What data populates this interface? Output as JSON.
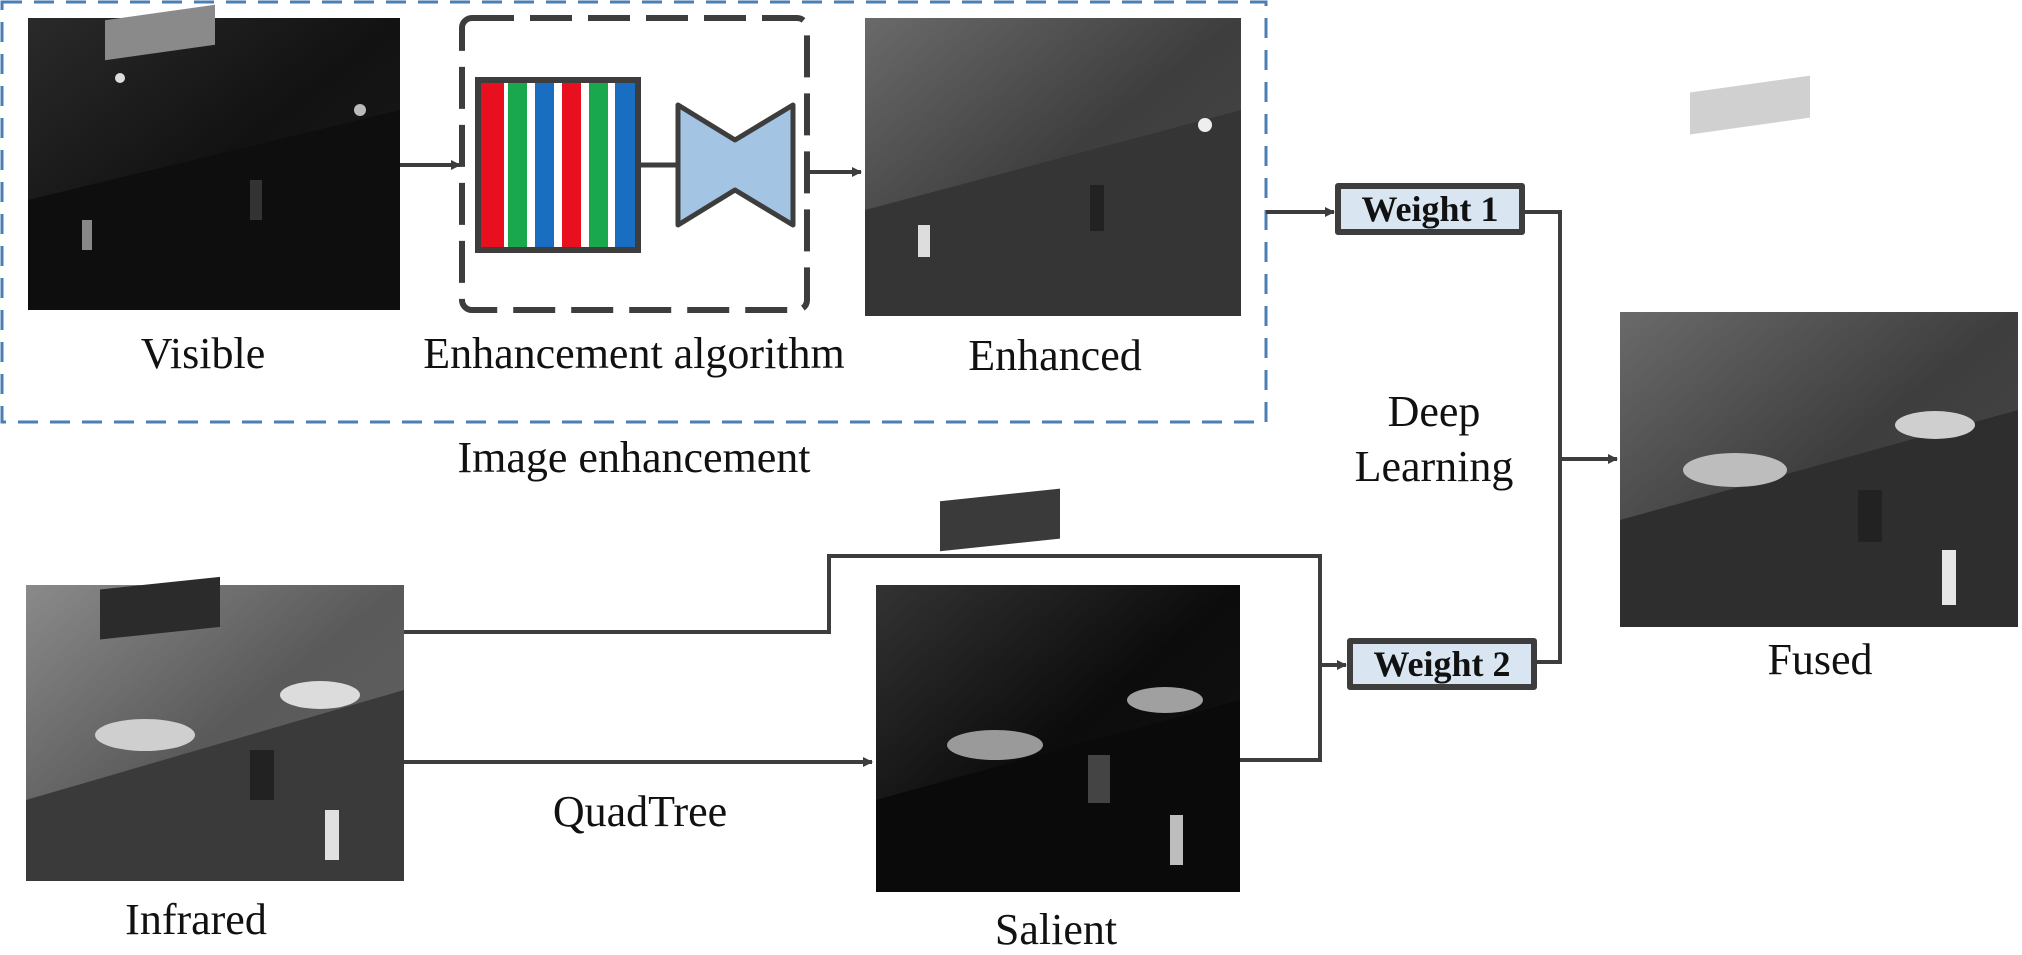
{
  "labels": {
    "visible": "Visible",
    "enhancement_algorithm": "Enhancement algorithm",
    "enhanced": "Enhanced",
    "image_enhancement": "Image enhancement",
    "deep_learning_line1": "Deep",
    "deep_learning_line2": "Learning",
    "infrared": "Infrared",
    "quadtree": "QuadTree",
    "salient": "Salient",
    "fused": "Fused"
  },
  "weights": {
    "weight1": "Weight 1",
    "weight2": "Weight 2"
  },
  "colors": {
    "line": "#3d3d3d",
    "enhancement_group_border": "#4a7fb5",
    "weight_box_fill": "#d9e6f2",
    "stripes": [
      "#e8101e",
      "#1aa84f",
      "#1a6ec2",
      "#e8101e",
      "#1aa84f",
      "#1a6ec2"
    ],
    "network_fill": "#a4c4e3"
  },
  "icons": {
    "network": "encoder-decoder-hourglass-icon",
    "stripes": "rgb-channel-stripes-icon"
  }
}
